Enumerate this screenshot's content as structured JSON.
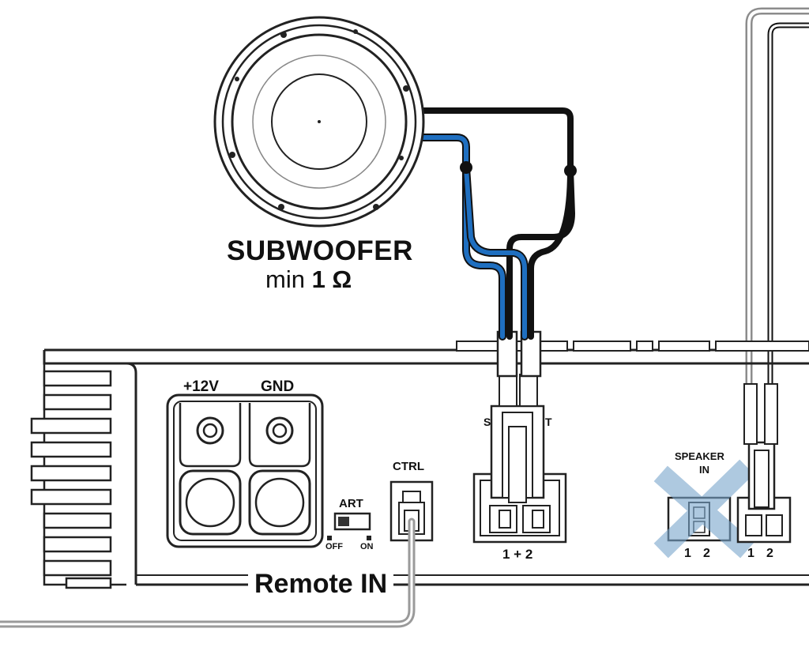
{
  "subwoofer": {
    "title": "SUBWOOFER",
    "min_prefix": "min",
    "min_value": "1 Ω"
  },
  "terminals": {
    "plus12v": "+12V",
    "gnd": "GND"
  },
  "ctrl": {
    "label": "CTRL"
  },
  "art_switch": {
    "label": "ART",
    "off": "OFF",
    "on": "ON"
  },
  "sub_out": {
    "partial": "S",
    "partial2": "T",
    "pins": "1 + 2"
  },
  "speaker_in": {
    "label_line1": "SPEAKER",
    "label_line2": "IN",
    "pin1": "1",
    "pin2": "2"
  },
  "speaker_in_right": {
    "pin1": "1",
    "pin2": "2"
  },
  "remote": {
    "label": "Remote IN"
  },
  "colors": {
    "wire_blue": "#1f6fc0",
    "wire_black": "#111111",
    "wire_gray": "#9a9a9a",
    "cross_blue": "#7aa6cc"
  }
}
